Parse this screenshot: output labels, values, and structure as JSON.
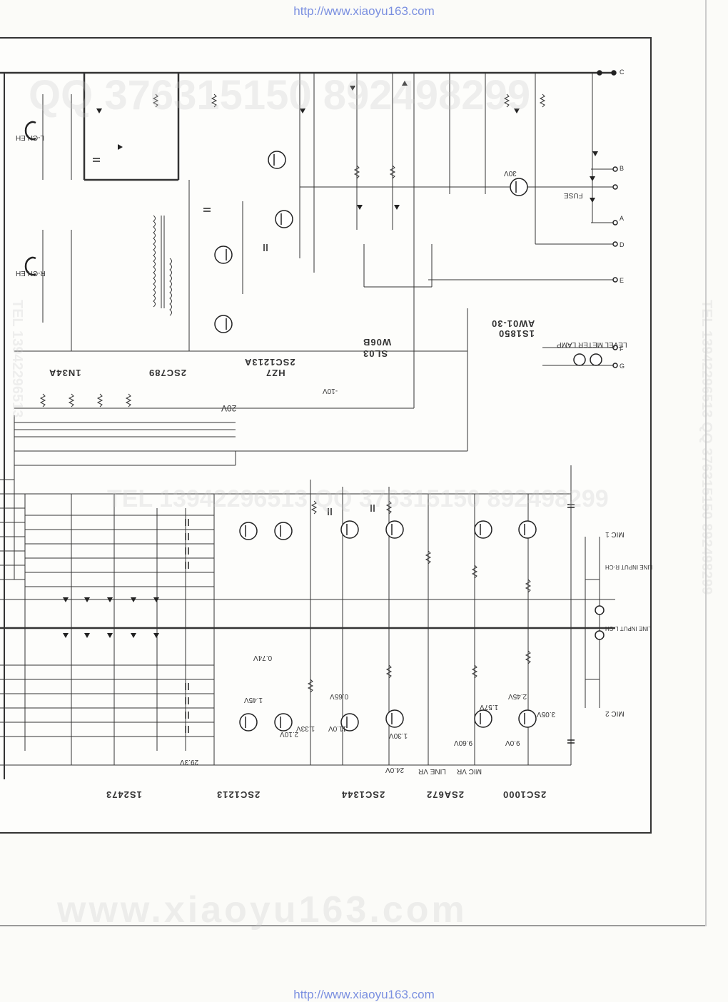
{
  "header": {
    "url_top": "http://www.xiaoyu163.com",
    "url_bottom": "http://www.xiaoyu163.com"
  },
  "watermarks": {
    "qq1": "QQ 376315150  892498299",
    "qq2": "TEL 13942296513  QQ 376315150  892498299",
    "web": "www.xiaoyu163.com",
    "tel_left": "TEL 13942296513",
    "tel_right": "TEL 13942296513  QQ 376315150  892498299"
  },
  "parts": {
    "diode_1n34a": "1N34A",
    "transistor_2sc789": "2SC789",
    "transistor_2sc1213a": "2SC1213A",
    "zener_hz7": "HZ7",
    "bridge_sl03": "SL03",
    "bridge_w06b": "W06B",
    "diode_1s1850": "1S1850",
    "diode_aw01": "AW01-30",
    "diode_1s2473": "1S2473",
    "transistor_2sc1213": "2SC1213",
    "transistor_2sc1344": "2SC1344",
    "transistor_2sa672": "2SA672",
    "transistor_2sc1000": "2SC1000"
  },
  "labels": {
    "lamp": "LEVEL METER LAMP",
    "fuse": "FUSE",
    "mic_vr": "MIC VR",
    "line_vr": "LINE VR",
    "line_input_r": "LINE INPUT R-CH",
    "line_input_l": "LINE INPUT L-CH",
    "mic_1": "MIC 1",
    "mic_2": "MIC 2",
    "rch_eh": "R-CH EH",
    "lch_eh": "L-CH EH",
    "minus10v": "-10V",
    "v20": "20V",
    "v30": "30V",
    "v29_3": "29.3V",
    "v11_0": "11.0V",
    "v24_0": "24.0V",
    "v9_60": "9.60V",
    "v9_0": "9.0V",
    "v3_05": "3.05V",
    "v2_45": "2.45V",
    "v1_57": "1.57V",
    "v0_65": "0.65V",
    "v1_30": "1.30V",
    "v2_10": "2.10V",
    "v1_33": "1.33V",
    "v1_45": "1.45V",
    "v0_74": "0.74V"
  },
  "terminals": {
    "c": "C",
    "b": "B",
    "a": "A",
    "d": "D",
    "e": "E",
    "f": "F",
    "g": "G"
  }
}
